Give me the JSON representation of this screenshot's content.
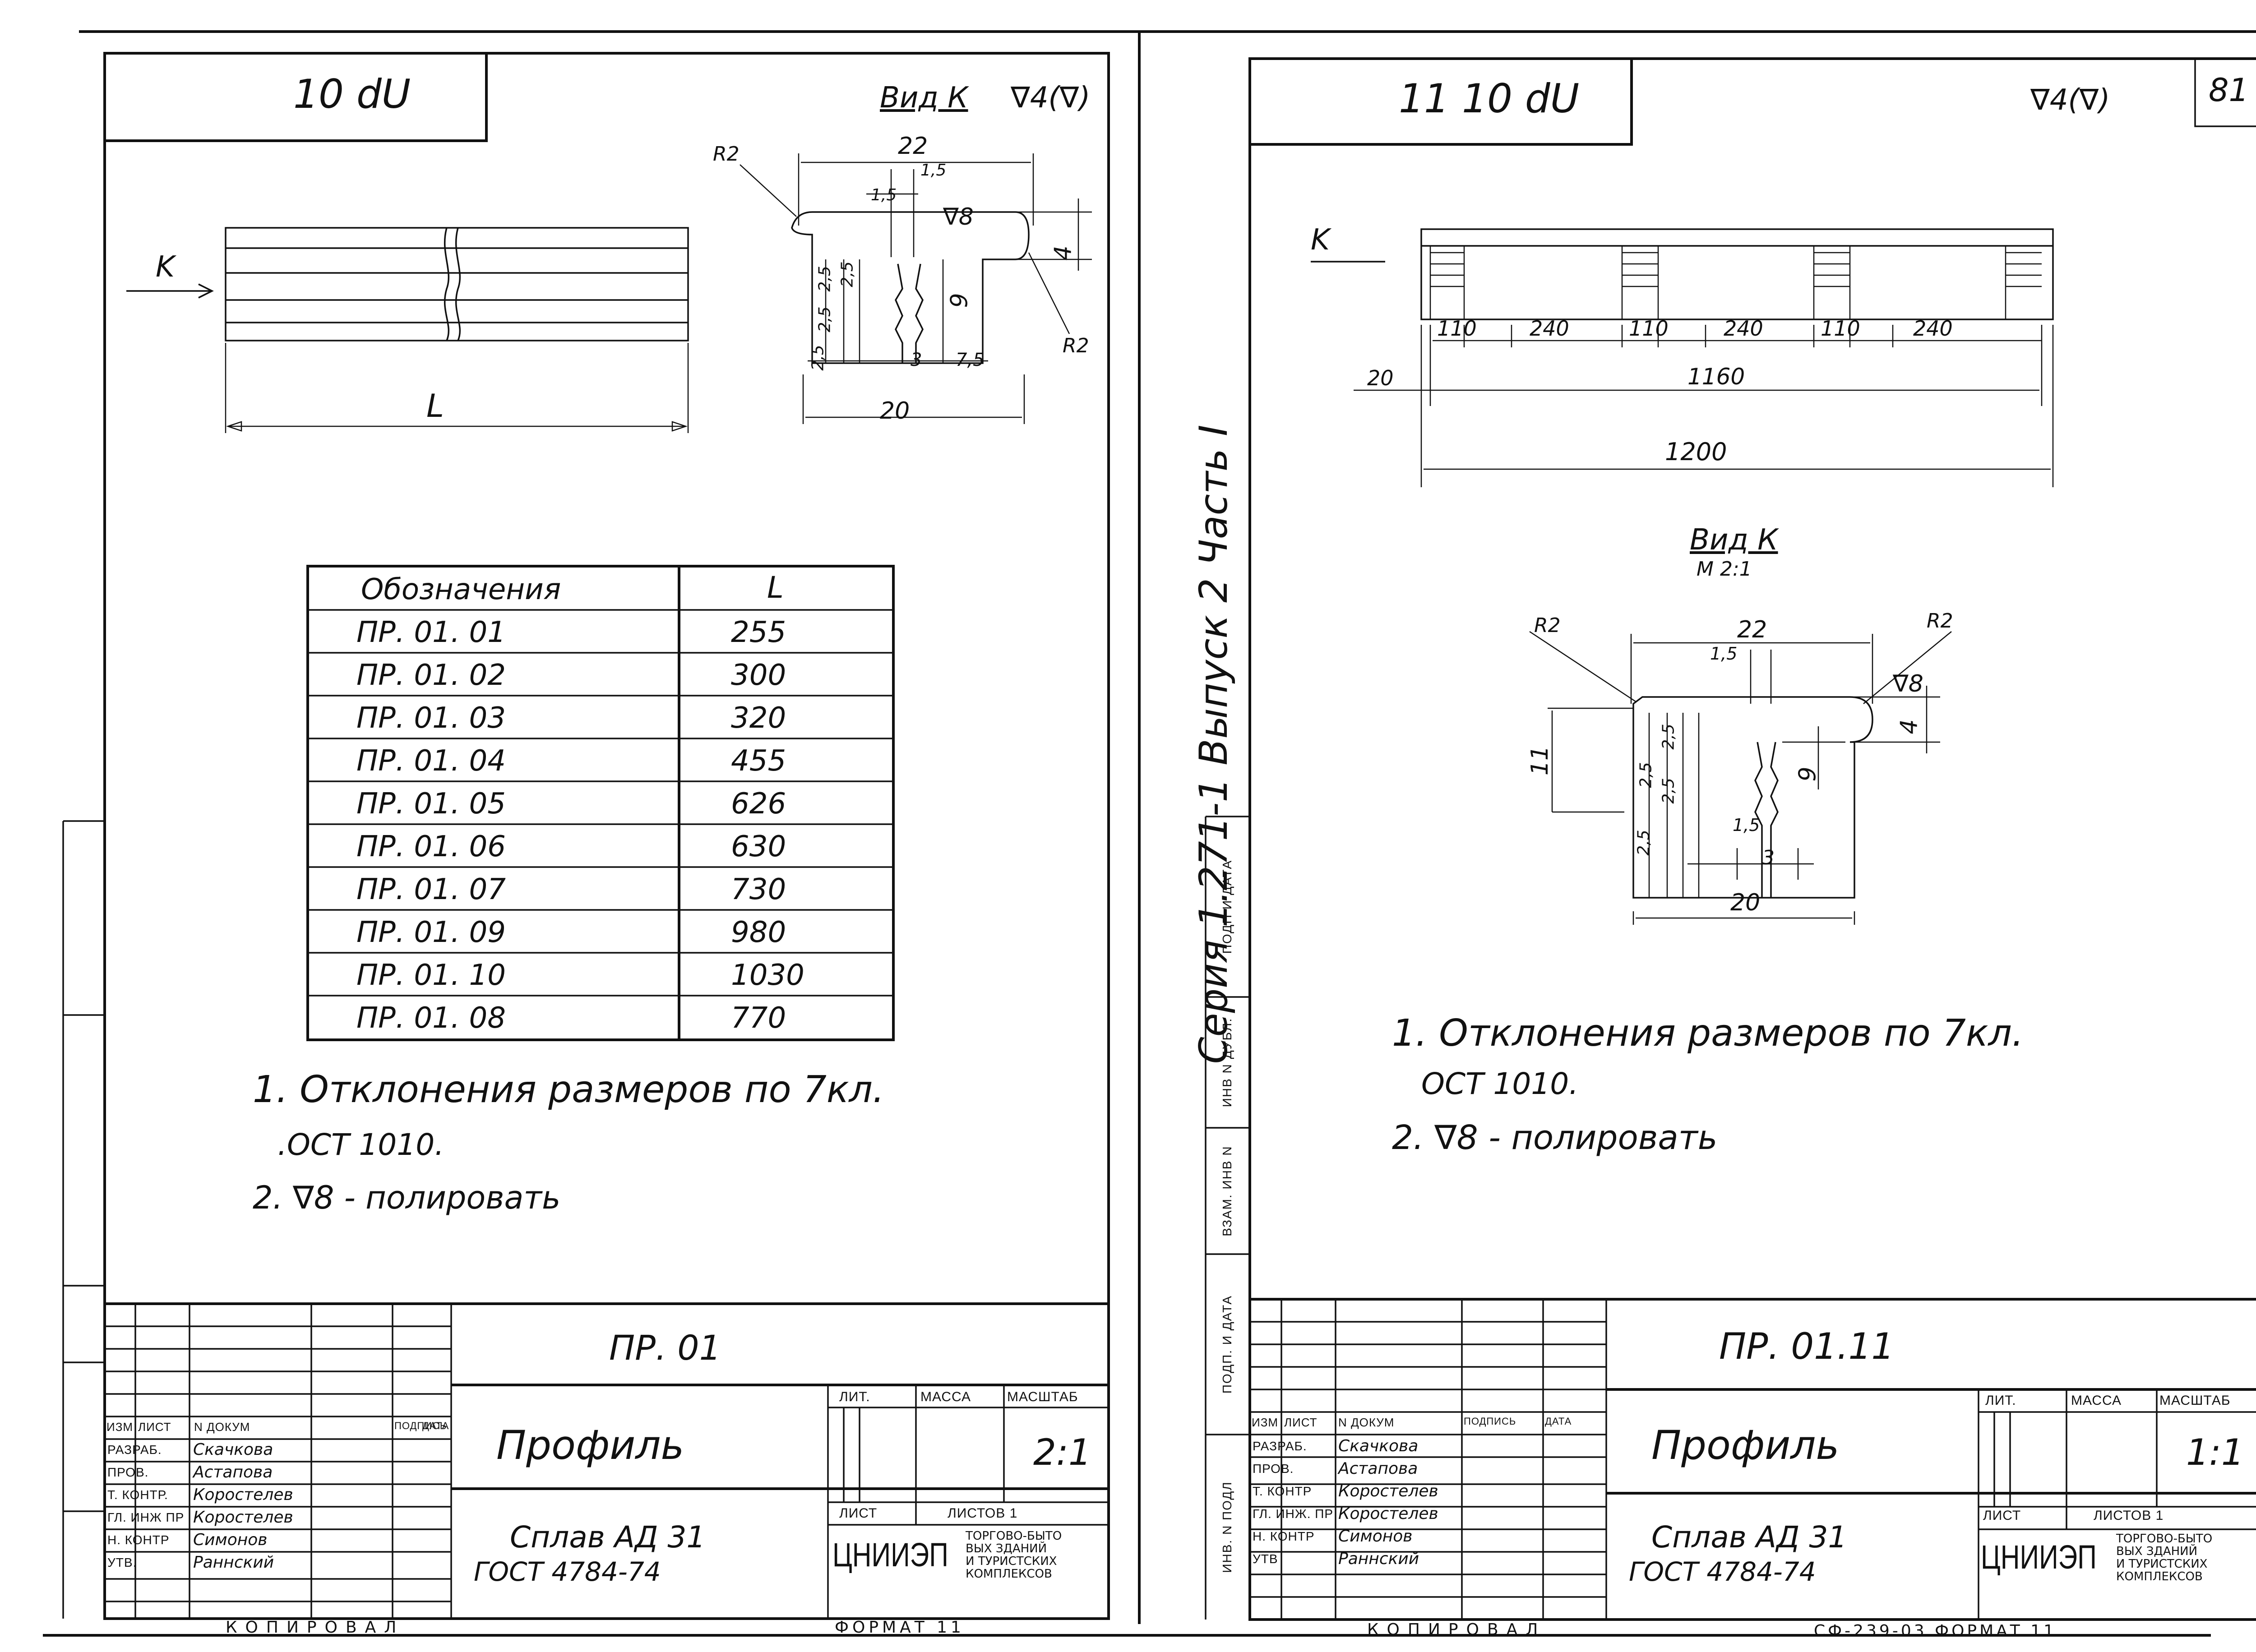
{
  "left_sheet": {
    "header_mark": "10 dU",
    "view_label": "Вид К",
    "surface_mark": "∇4(∇)",
    "dims": {
      "w22": "22",
      "r2a": "R2",
      "d15a": "1,5",
      "d15b": "1,5",
      "v8": "∇8",
      "d4": "4",
      "d25a": "2,5",
      "d25b": "2,5",
      "d25c": "2,5",
      "d25d": "2,5",
      "d9": "9",
      "d3": "3",
      "d75": "7,5",
      "w20": "20",
      "r2b": "R2",
      "arrow_k": "K",
      "len_l": "L"
    },
    "table": {
      "headers": [
        "Обозначения",
        "L"
      ],
      "rows": [
        [
          "ПР. 01. 01",
          "255"
        ],
        [
          "ПР. 01. 02",
          "300"
        ],
        [
          "ПР. 01. 03",
          "320"
        ],
        [
          "ПР. 01. 04",
          "455"
        ],
        [
          "ПР. 01. 05",
          "626"
        ],
        [
          "ПР. 01. 06",
          "630"
        ],
        [
          "ПР. 01. 07",
          "730"
        ],
        [
          "ПР. 01. 09",
          "980"
        ],
        [
          "ПР. 01. 10",
          "1030"
        ],
        [
          "ПР. 01. 08",
          "770"
        ]
      ]
    },
    "notes": [
      "1. Отклонения размеров по 7кл.",
      ".ОСТ 1010.",
      "2. ∇8 - полировать"
    ],
    "title_block": {
      "code": "ПР. 01",
      "name": "Профиль",
      "material": "Сплав АД 31",
      "standard": "ГОСТ 4784-74",
      "lit": "ЛИТ.",
      "mass": "МАССА",
      "scale_label": "МАСШТАБ",
      "scale": "2:1",
      "sheet": "ЛИСТ",
      "sheets": "ЛИСТОВ 1",
      "org_logo": "ЦНИИЭП",
      "org_text": [
        "ТОРГОВО-БЫТО",
        "ВЫХ ЗДАНИЙ",
        "И ТУРИСТСКИХ",
        "КОМПЛЕКСОВ"
      ],
      "cols": [
        "ИЗМ",
        "ЛИСТ",
        "N ДОКУМ",
        "ПОДПИСЬ",
        "ДАТА"
      ],
      "roles": [
        "РАЗРАБ.",
        "ПРОВ.",
        "Т. КОНТР.",
        "ГЛ. ИНЖ ПР",
        "Н. КОНТР",
        "УТВ."
      ],
      "people": [
        "Скачкова",
        "Астапова",
        "Коростелев",
        "Коростелев",
        "Симонов",
        "Раннский"
      ],
      "copied": "КОПИРОВАЛ",
      "format": "ФОРМАТ 11"
    }
  },
  "right_sheet": {
    "header_mark": "11 10 dU",
    "page_no": "81",
    "surface_mark": "∇4(∇)",
    "top_dims": {
      "k": "K",
      "a1": "110",
      "a2": "240",
      "a3": "110",
      "a4": "240",
      "a5": "110",
      "a6": "240",
      "d20": "20",
      "d1160": "1160",
      "d1200": "1200"
    },
    "view_label": "Вид К",
    "view_scale": "М 2:1",
    "dims": {
      "r2a": "R2",
      "r2b": "R2",
      "w22": "22",
      "d15a": "1,5",
      "v8": "∇8",
      "d4": "4",
      "d11": "11",
      "d25a": "2,5",
      "d25b": "2,5",
      "d25c": "2,5",
      "d25d": "2,5",
      "d9": "9",
      "d15b": "1,5",
      "d3": "3",
      "w20": "20"
    },
    "notes": [
      "1. Отклонения размеров по 7кл.",
      "ОСТ 1010.",
      "2. ∇8 - полировать"
    ],
    "title_block": {
      "code": "ПР. 01.11",
      "name": "Профиль",
      "material": "Сплав АД 31",
      "standard": "ГОСТ 4784-74",
      "lit": "ЛИТ.",
      "mass": "МАССА",
      "scale_label": "МАСШТАБ",
      "scale": "1:1",
      "sheet": "ЛИСТ",
      "sheets": "ЛИСТОВ 1",
      "org_logo": "ЦНИИЭП",
      "org_text": [
        "ТОРГОВО-БЫТО",
        "ВЫХ ЗДАНИЙ",
        "И ТУРИСТСКИХ",
        "КОМПЛЕКСОВ"
      ],
      "cols": [
        "ИЗМ",
        "ЛИСТ",
        "N ДОКУМ",
        "ПОДПИСЬ",
        "ДАТА"
      ],
      "roles": [
        "РАЗРАБ.",
        "ПРОВ.",
        "Т. КОНТР",
        "ГЛ. ИНЖ. ПР",
        "Н. КОНТР",
        "УТВ"
      ],
      "people": [
        "Скачкова",
        "Астапова",
        "Коростелев",
        "Коростелев",
        "Симонов",
        "Раннский"
      ],
      "copied": "КОПИРОВАЛ",
      "format": "СФ-239-03 ФОРМАТ 11"
    },
    "side_labels": [
      "ИНВ. N ПОДЛ",
      "ПОДП. И ДАТА",
      "ВЗАМ. ИНВ N",
      "ИНВ N ДУБЛ.",
      "ПОДП И ДАТА"
    ]
  },
  "series_text": "Серия   1.271-1   Выпуск 2 Часть I"
}
